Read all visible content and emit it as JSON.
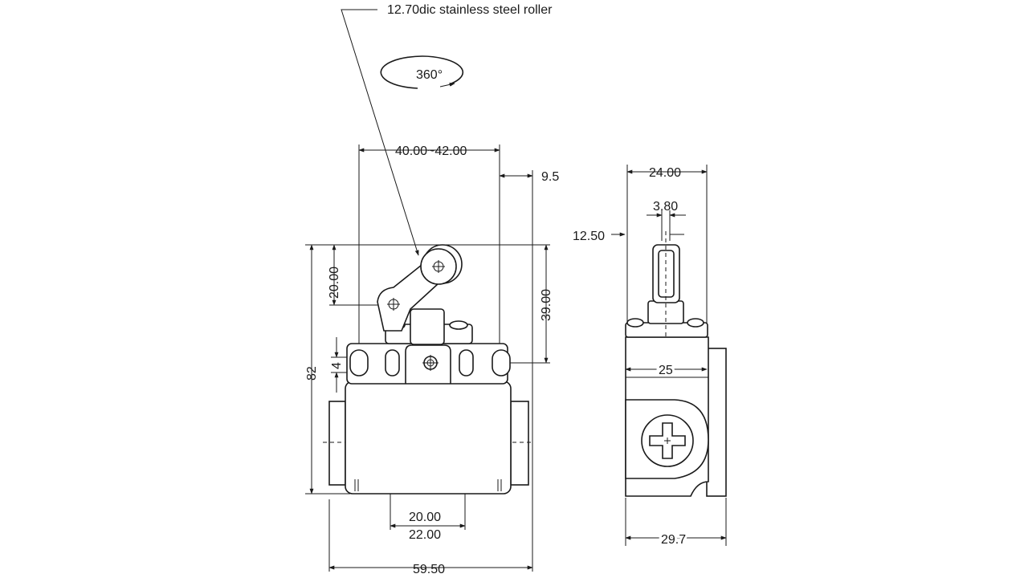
{
  "callout": {
    "roller": "12.70dic stainless steel roller"
  },
  "rotation": {
    "label": "360°"
  },
  "front_view": {
    "dim_lever_span": "40.00~42.00",
    "dim_offset": "9.5",
    "dim_roller_height": "20.00",
    "dim_top_to_holes": "39.00",
    "dim_slot": "4",
    "dim_total_height": "82",
    "dim_inner_holes": "20.00",
    "dim_inner_holes_alt": "22.00",
    "dim_total_width": "59.50"
  },
  "side_view": {
    "dim_top_width": "24.00",
    "dim_plunger": "3.80",
    "dim_side_offset": "12.50",
    "dim_body": "25",
    "dim_depth": "29.7"
  }
}
